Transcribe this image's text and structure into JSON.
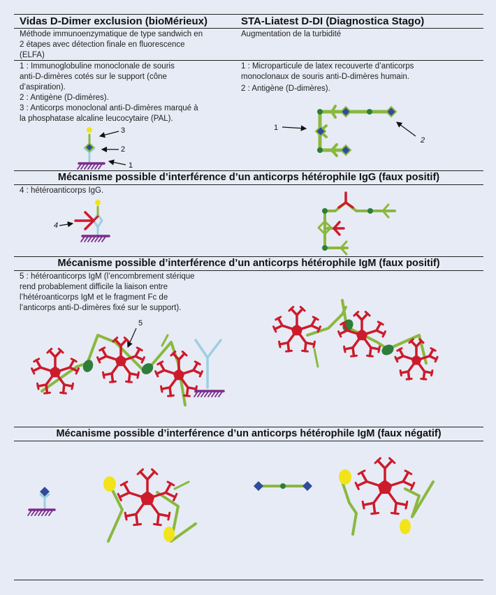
{
  "columns": {
    "left": {
      "title": "Vidas D-Dimer exclusion (bioMérieux)",
      "method": [
        "Méthode immunoenzymatique de type sandwich en",
        "2 étapes avec détection finale en fluorescence",
        "(ELFA)"
      ],
      "items": [
        "1 : Immunoglobuline monoclonale de souris",
        "anti-D-dimères cotés sur le support (cône",
        "d’aspiration).",
        "2 : Antigène (D-dimères).",
        "3 : Anticorps monoclonal anti-D-dimères marqué à",
        "la phosphatase alcaline leucocytaire (PAL)."
      ],
      "labels": [
        "3",
        "2",
        "1"
      ]
    },
    "right": {
      "title": "STA-Liatest D-DI (Diagnostica Stago)",
      "method": [
        "Augmentation de la turbidité"
      ],
      "items": [
        "1 : Microparticule de latex recouverte d’anticorps",
        "monoclonaux de souris anti-D-dimères humain.",
        "2 : Antigène (D-dimères)."
      ],
      "labels": [
        "1",
        "2"
      ]
    }
  },
  "sections": [
    {
      "title": "Mécanisme possible d’interférence d’un anticorps hétérophile IgG (faux positif)",
      "text": [
        "4 : hétéroanticorps IgG."
      ],
      "label": "4"
    },
    {
      "title": "Mécanisme possible d’interférence d’un anticorps hétérophile IgM (faux positif)",
      "text": [
        "5 : hétéroanticorps IgM (l’encombrement stérique",
        "rend probablement difficile la liaison entre",
        "l’hétéroanticorps IgM et le fragment Fc de",
        "l’anticorps anti-D-dimères fixé sur le support)."
      ],
      "label": "5"
    },
    {
      "title": "Mécanisme possible d’interférence d’un anticorps hétérophile IgM (faux négatif)",
      "text": []
    }
  ],
  "colors": {
    "background": "#e7ebf5",
    "support": "#7b2d8b",
    "mouse_antibody": "#9ecfe0",
    "antigen": "#2f4c9a",
    "latex_antibody": "#8ab83e",
    "particle": "#2e7d3a",
    "label_dot": "#f2e41b",
    "heterophile": "#cc1b2b"
  }
}
